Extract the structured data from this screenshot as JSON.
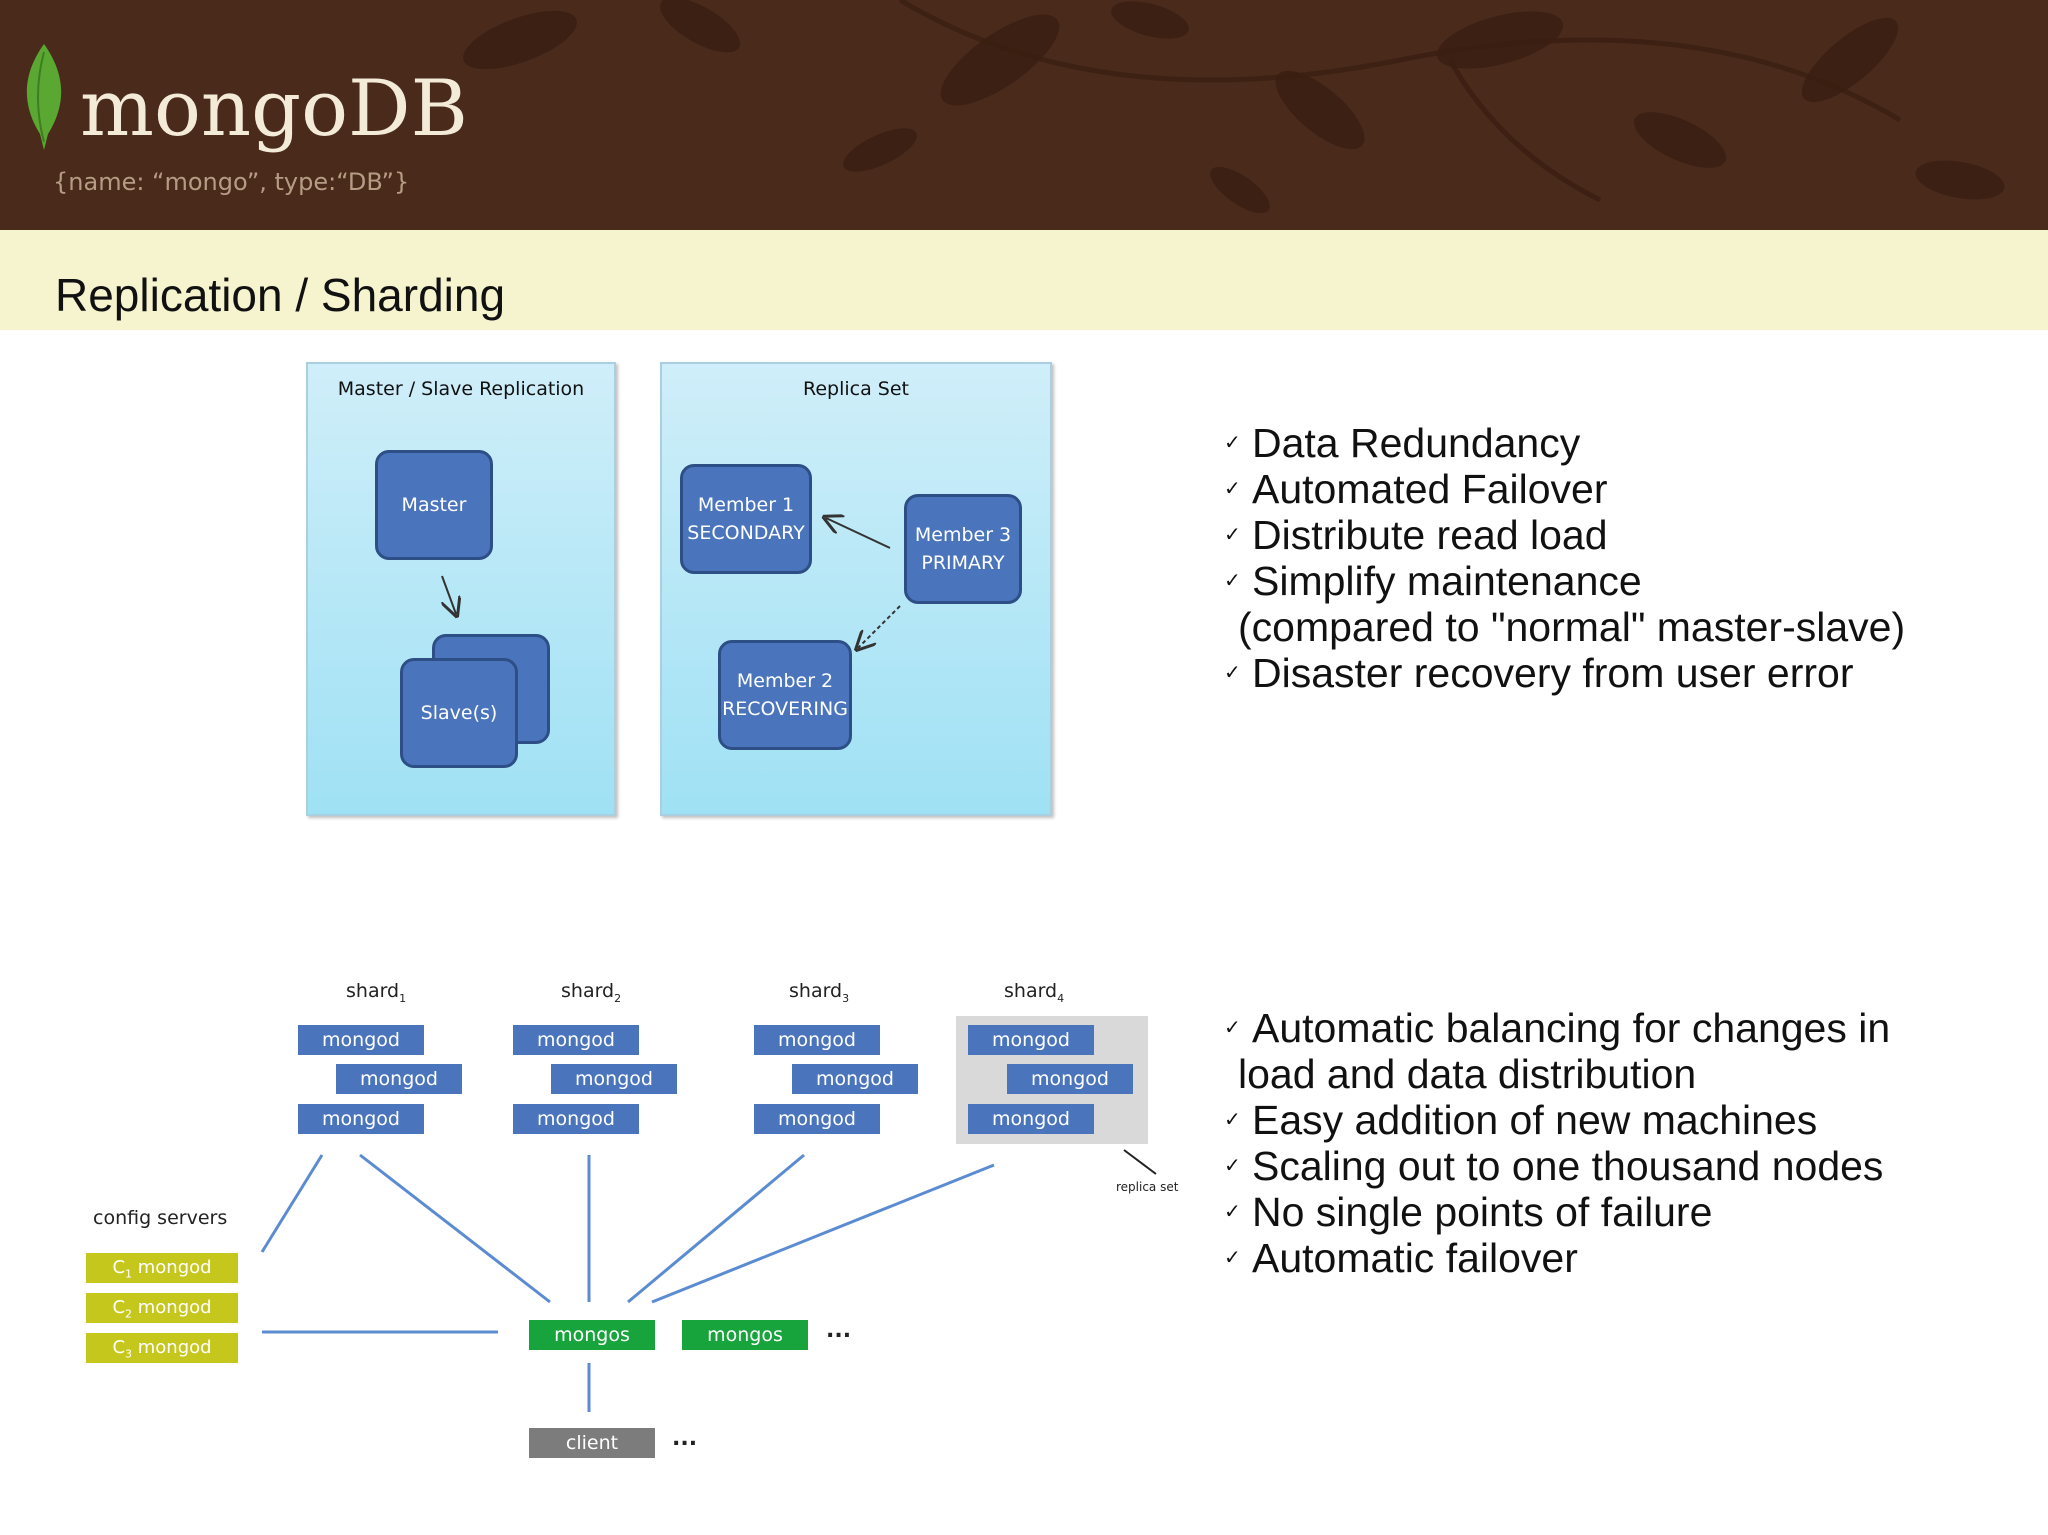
{
  "header": {
    "logo_text": "mongoDB",
    "tagline": "{name: “mongo”, type:“DB”}"
  },
  "page_title": "Replication / Sharding",
  "replication": {
    "master_slave": {
      "title": "Master / Slave Replication",
      "master_label": "Master",
      "slave_label": "Slave(s)"
    },
    "replica_set": {
      "title": "Replica Set",
      "member1_line1": "Member 1",
      "member1_line2": "SECONDARY",
      "member3_line1": "Member 3",
      "member3_line2": "PRIMARY",
      "member2_line1": "Member 2",
      "member2_line2": "RECOVERING"
    }
  },
  "replication_bullets": [
    "Data Redundancy",
    "Automated Failover",
    "Distribute read load",
    "Simplify maintenance",
    "(compared to \"normal\" master-slave)",
    "Disaster recovery from user error"
  ],
  "sharding": {
    "shards": [
      {
        "name": "shard",
        "sub": "1"
      },
      {
        "name": "shard",
        "sub": "2"
      },
      {
        "name": "shard",
        "sub": "3"
      },
      {
        "name": "shard",
        "sub": "4"
      }
    ],
    "mongod_label": "mongod",
    "replica_set_label": "replica set",
    "config_servers_label": "config servers",
    "config": [
      {
        "prefix": "C",
        "sub": "1",
        "label": " mongod"
      },
      {
        "prefix": "C",
        "sub": "2",
        "label": " mongod"
      },
      {
        "prefix": "C",
        "sub": "3",
        "label": " mongod"
      }
    ],
    "mongos_label": "mongos",
    "client_label": "client",
    "ellipsis": "..."
  },
  "sharding_bullets": [
    "Automatic balancing for changes in",
    "load and data distribution",
    "Easy addition of new machines",
    "Scaling out to one thousand nodes",
    "No single points of failure",
    "Automatic failover"
  ],
  "colors": {
    "header_bg": "#4a2a1a",
    "title_band": "#f6f3cf",
    "node_blue": "#4a74bb",
    "config_yellow": "#c6c71d",
    "mongos_green": "#18a43c",
    "client_gray": "#7c7c7c"
  }
}
